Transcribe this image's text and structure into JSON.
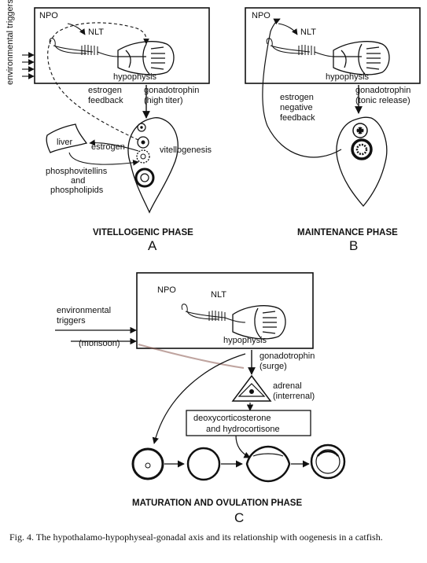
{
  "panel_a": {
    "npo": "NPO",
    "nlt": "NLT",
    "hypophysis": "hypophysis",
    "environmental_triggers": "environmental triggers",
    "estrogen_feedback_1": "estrogen",
    "estrogen_feedback_2": "feedback",
    "gonadotrophin_1": "gonadotrophin",
    "gonadotrophin_2": "(high titer)",
    "liver": "liver",
    "estrogen": "estrogen",
    "vitellogenesis": "vitellogenesis",
    "phospho_1": "phosphovitellins",
    "phospho_2": "and",
    "phospho_3": "phospholipids",
    "phase": "VITELLOGENIC PHASE",
    "letter": "A"
  },
  "panel_b": {
    "npo": "NPO",
    "nlt": "NLT",
    "hypophysis": "hypophysis",
    "gonadotrophin_1": "gonadotrophin",
    "gonadotrophin_2": "(tonic release)",
    "feedback_1": "estrogen",
    "feedback_2": "negative",
    "feedback_3": "feedback",
    "phase": "MAINTENANCE PHASE",
    "letter": "B"
  },
  "panel_c": {
    "npo": "NPO",
    "nlt": "NLT",
    "hypophysis": "hypophysis",
    "environmental_1": "environmental",
    "environmental_2": "triggers",
    "monsoon": "(monsoon)",
    "gonadotrophin_1": "gonadotrophin",
    "gonadotrophin_2": "(surge)",
    "adrenal_1": "adrenal",
    "adrenal_2": "(interrenal)",
    "steroids_1": "deoxycorticosterone",
    "steroids_2": "and hydrocortisone",
    "phase": "MATURATION AND OVULATION PHASE",
    "letter": "C"
  },
  "caption": "Fig. 4. The hypothalamo-hypophyseal-gonadal axis and its relationship with oogenesis in a catfish."
}
